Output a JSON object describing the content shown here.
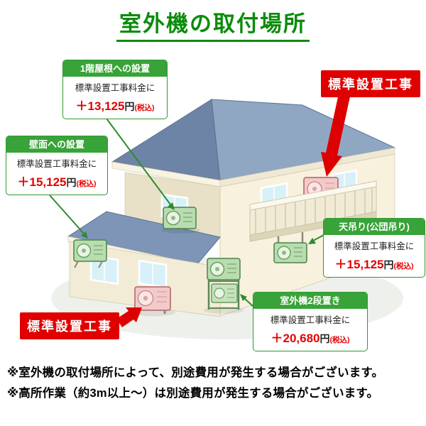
{
  "title": "室外機の取付場所",
  "callouts": {
    "roof1f": {
      "header": "1階屋根への設置",
      "line1": "標準設置工事料金に",
      "amount": "＋13,125",
      "unit": "円",
      "tax": "(税込)"
    },
    "wall": {
      "header": "壁面への設置",
      "line1": "標準設置工事料金に",
      "amount": "＋15,125",
      "unit": "円",
      "tax": "(税込)"
    },
    "ceiling": {
      "header": "天吊り(公団吊り)",
      "line1": "標準設置工事料金に",
      "amount": "＋15,125",
      "unit": "円",
      "tax": "(税込)"
    },
    "stack2": {
      "header": "室外機2段置き",
      "line1": "標準設置工事料金に",
      "amount": "＋20,680",
      "unit": "円",
      "tax": "(税込)"
    }
  },
  "standard_work": {
    "top_right": "標準設置工事",
    "bottom_left": "標準設置工事"
  },
  "notes": {
    "line1": "※室外機の取付場所によって、別途費用が発生する場合がございます。",
    "line2": "※高所作業（約3m以上～）は別途費用が発生する場合がございます。"
  },
  "colors": {
    "title_green": "#0a8c0a",
    "callout_header_green": "#38a338",
    "callout_border_green": "#2f9b2f",
    "price_red": "#e60000",
    "red_arrow": "#dd0000",
    "roof_blue": "#90a7c4",
    "wall_cream": "#f7f1dd"
  }
}
